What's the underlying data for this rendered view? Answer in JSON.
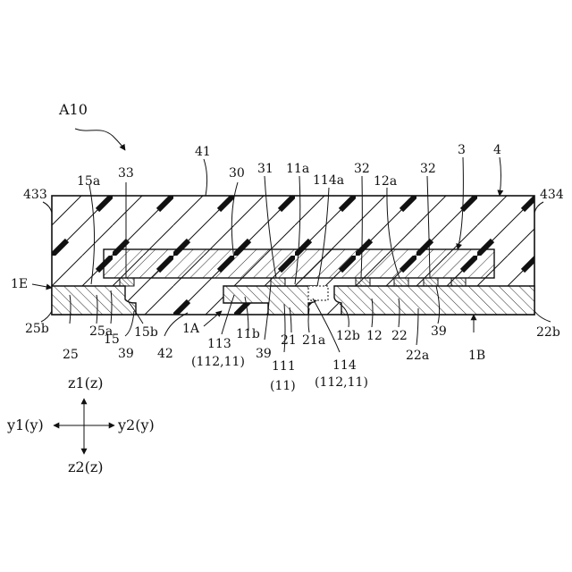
{
  "figure": {
    "title": "A10",
    "labels": {
      "l433": "433",
      "l434": "434",
      "l41": "41",
      "l4": "4",
      "l3": "3",
      "l33": "33",
      "l15a": "15a",
      "l30": "30",
      "l31": "31",
      "l11a": "11a",
      "l114a": "114a",
      "l32a": "32",
      "l12a": "12a",
      "l32b": "32",
      "l1E": "1E",
      "l25b": "25b",
      "l25": "25",
      "l25a": "25a",
      "l15": "15",
      "l15b": "15b",
      "l39a": "39",
      "l42": "42",
      "l1A": "1A",
      "l113": "113",
      "l113sub": "(112,11)",
      "l11b": "11b",
      "l39b": "39",
      "l111": "111",
      "l111sub": "(11)",
      "l21": "21",
      "l21a": "21a",
      "l114": "114",
      "l114sub": "(112,11)",
      "l12b": "12b",
      "l12": "12",
      "l22": "22",
      "l22a": "22a",
      "l39c": "39",
      "l1B": "1B",
      "l22b": "22b"
    },
    "axes": {
      "z1": "z1(z)",
      "z2": "z2(z)",
      "y1": "y1(y)",
      "y2": "y2(y)"
    }
  }
}
